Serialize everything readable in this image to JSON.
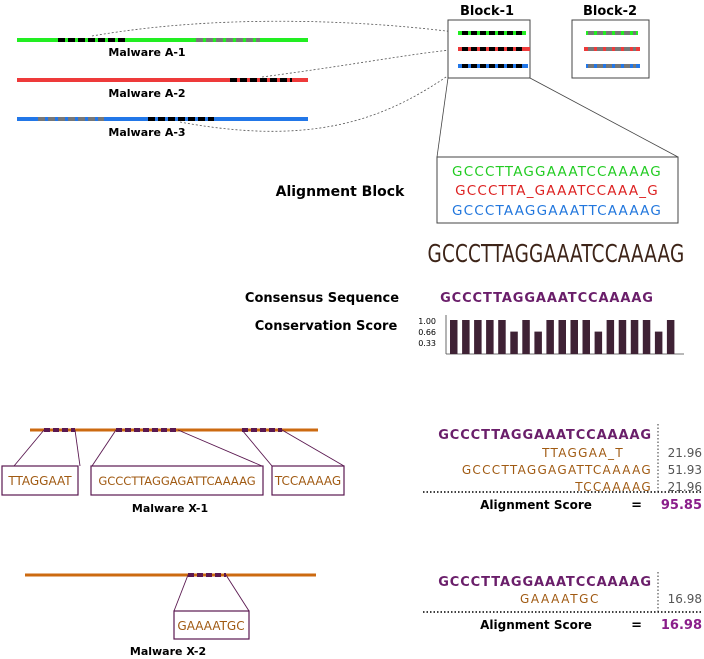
{
  "malware_a": [
    {
      "label": "Malware A-1",
      "color": "#22ee22"
    },
    {
      "label": "Malware A-2",
      "color": "#ee3a3a"
    },
    {
      "label": "Malware A-3",
      "color": "#2277e8"
    }
  ],
  "blocks": {
    "block1_title": "Block-1",
    "block2_title": "Block-2"
  },
  "alignment": {
    "title": "Alignment Block",
    "seqs": [
      {
        "text": "GCCCTTAGGAAATCCAAAAG",
        "color": "#22cc22"
      },
      {
        "text": "GCCCTTA_GAAATCCAAA_G",
        "color": "#dd2222"
      },
      {
        "text": "GCCCTAAGGAAATTCAAAAG",
        "color": "#2277dd"
      }
    ]
  },
  "logo": {
    "text": "GCCCTTAGGAAATCCAAAAG",
    "color": "#3d2418"
  },
  "consensus": {
    "title": "Consensus Sequence",
    "text": "GCCCTTAGGAAATCCAAAAG",
    "color": "#6a1e6a"
  },
  "conservation": {
    "title": "Conservation Score",
    "ticks": [
      "1.00",
      "0.66",
      "0.33"
    ],
    "values": [
      1,
      1,
      1,
      1,
      1,
      0.66,
      1,
      0.66,
      1,
      1,
      1,
      1,
      0.66,
      1,
      1,
      1,
      1,
      0.66,
      1
    ],
    "bar_color": "#3f2235"
  },
  "malware_x1": {
    "label": "Malware X-1",
    "segments": [
      "TTAGGAAT",
      "GCCCTTAGGAGATTCAAAAG",
      "TCCAAAAG"
    ],
    "line_color": "#cc6a10",
    "box_color": "#5a1850",
    "text_color": "#a05a12"
  },
  "x1_alignment": {
    "consensus": "GCCCTTAGGAAATCCAAAAG",
    "rows": [
      {
        "seq": "TTAGGAA_T",
        "score": "21.96"
      },
      {
        "seq": "GCCCTTAGGAGATTCAAAAG",
        "score": "51.93"
      },
      {
        "seq": "TCCAAAAG",
        "score": "21.96"
      }
    ],
    "score_label": "Alignment Score",
    "equals": "=",
    "total": "95.85"
  },
  "malware_x2": {
    "label": "Malware X-2",
    "segments": [
      "GAAAATGC"
    ]
  },
  "x2_alignment": {
    "consensus": "GCCCTTAGGAAATCCAAAAG",
    "rows": [
      {
        "seq": "GAAAATGC",
        "score": "16.98"
      }
    ],
    "score_label": "Alignment Score",
    "equals": "=",
    "total": "16.98"
  },
  "colors": {
    "score_purple": "#8a1e8a",
    "score_gray": "#555555",
    "dash_black": "#000000",
    "dash_gray": "#777777"
  }
}
